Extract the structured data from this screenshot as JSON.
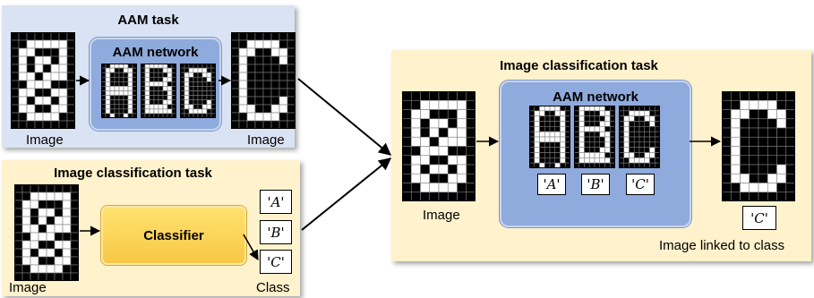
{
  "aam_task": {
    "title": "AAM task",
    "network_title": "AAM network",
    "input_caption": "Image",
    "output_caption": "Image"
  },
  "left_classification": {
    "title": "Image classification task",
    "classifier_label": "Classifier",
    "input_caption": "Image",
    "output_caption": "Class",
    "classes": [
      "'A'",
      "'B'",
      "'C'"
    ]
  },
  "right_classification": {
    "title": "Image classification task",
    "network_title": "AAM network",
    "input_caption": "Image",
    "memory_labels": [
      "'A'",
      "'B'",
      "'C'"
    ],
    "result_label": "'C'",
    "output_caption": "Image linked to class"
  },
  "colors": {
    "blue_panel": "#dae3f3",
    "yellow_panel": "#fff2cc",
    "network_fill": "#8faadc",
    "classifier_fill": "#ffd54f"
  }
}
